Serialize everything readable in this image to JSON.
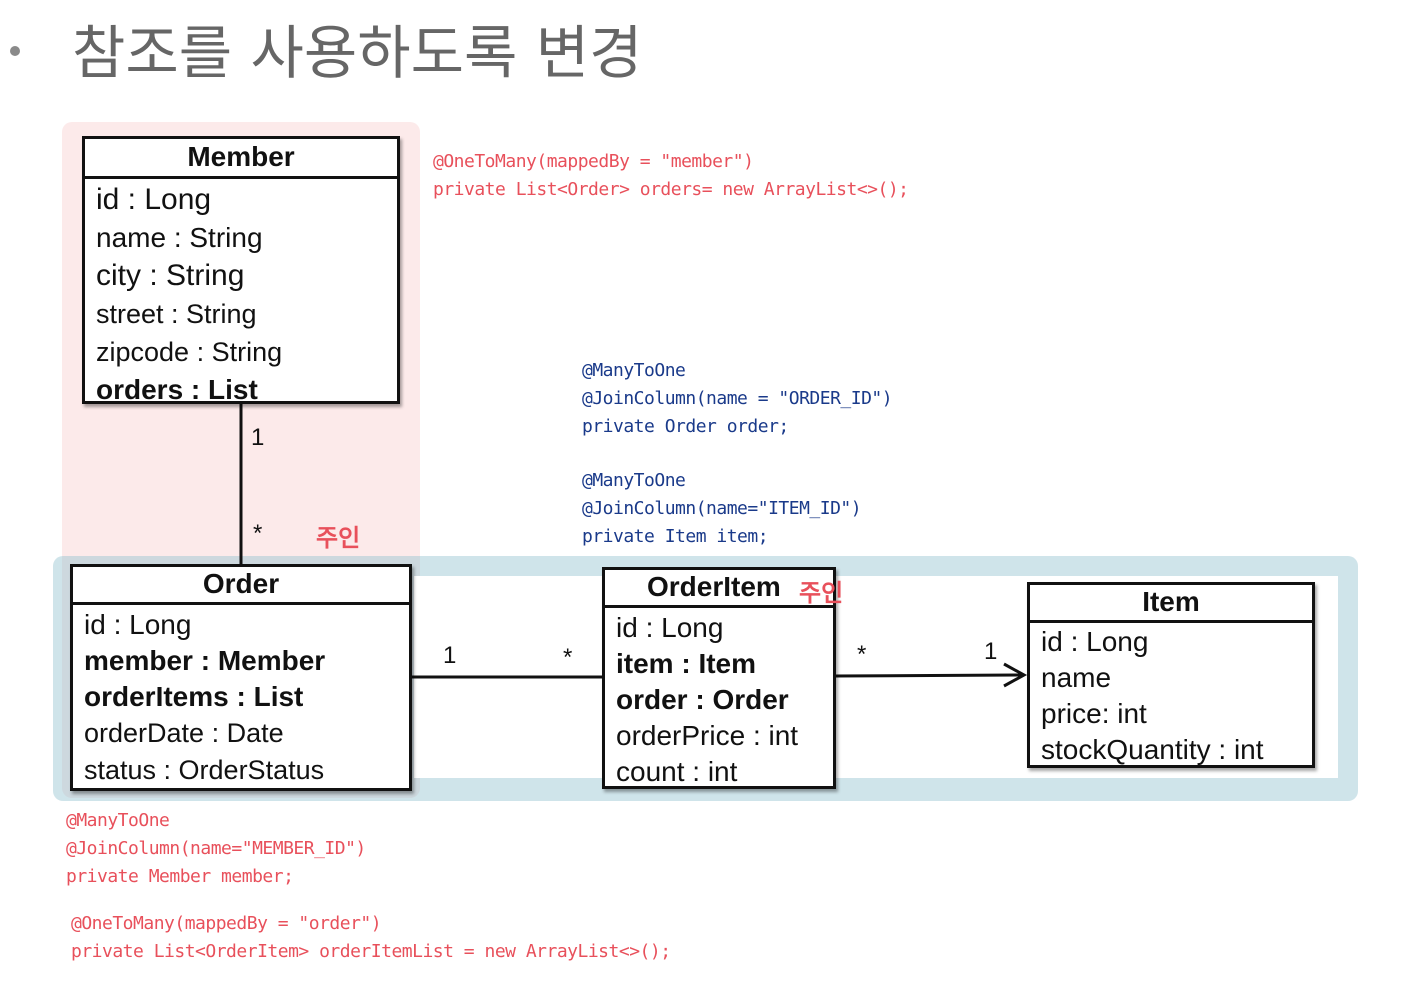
{
  "title": "참조를 사용하도록 변경",
  "member": {
    "name": "Member",
    "fields": [
      {
        "text": "id : Long",
        "bold": false
      },
      {
        "text": "name : String",
        "bold": false
      },
      {
        "text": "city : String",
        "bold": false
      },
      {
        "text": "street : String",
        "bold": false
      },
      {
        "text": "zipcode : String",
        "bold": false
      },
      {
        "text": "orders : List",
        "bold": true
      }
    ]
  },
  "order": {
    "name": "Order",
    "fields": [
      {
        "text": "id : Long",
        "bold": false
      },
      {
        "text": "member : Member",
        "bold": true
      },
      {
        "text": "orderItems : List",
        "bold": true
      },
      {
        "text": "orderDate : Date",
        "bold": false
      },
      {
        "text": "status : OrderStatus",
        "bold": false
      }
    ]
  },
  "order_item": {
    "name": "OrderItem",
    "fields": [
      {
        "text": "id : Long",
        "bold": false
      },
      {
        "text": "item : Item",
        "bold": true
      },
      {
        "text": "order : Order",
        "bold": true
      },
      {
        "text": "orderPrice : int",
        "bold": false
      },
      {
        "text": "count : int",
        "bold": false
      }
    ]
  },
  "item": {
    "name": "Item",
    "fields": [
      {
        "text": "id : Long",
        "bold": false
      },
      {
        "text": "name",
        "bold": false
      },
      {
        "text": "price: int",
        "bold": false
      },
      {
        "text": "stockQuantity : int",
        "bold": false
      }
    ]
  },
  "owner_label": "주인",
  "multiplicity": {
    "member_order_one": "1",
    "member_order_many": "*",
    "order_orderitem_one": "1",
    "order_orderitem_many": "*",
    "orderitem_item_many": "*",
    "orderitem_item_one": "1"
  },
  "code": {
    "member_orders": [
      "@OneToMany(mappedBy = \"member\")",
      "private List<Order> orders= new ArrayList<>();"
    ],
    "orderitem_order": [
      "@ManyToOne",
      "@JoinColumn(name = \"ORDER_ID\")",
      "private Order order;"
    ],
    "orderitem_item": [
      "@ManyToOne",
      "@JoinColumn(name=\"ITEM_ID\")",
      "private Item item;"
    ],
    "order_member": [
      "@ManyToOne",
      "@JoinColumn(name=\"MEMBER_ID\")",
      "private Member member;"
    ],
    "order_orderitems": [
      "@OneToMany(mappedBy = \"order\")",
      "private List<OrderItem> orderItemList = new ArrayList<>();"
    ]
  },
  "colors": {
    "annotation_red": "#e8505b",
    "annotation_navy": "#1a3a8a",
    "highlight_pink": "#f0a0a0",
    "highlight_blue": "#8cbecd"
  }
}
